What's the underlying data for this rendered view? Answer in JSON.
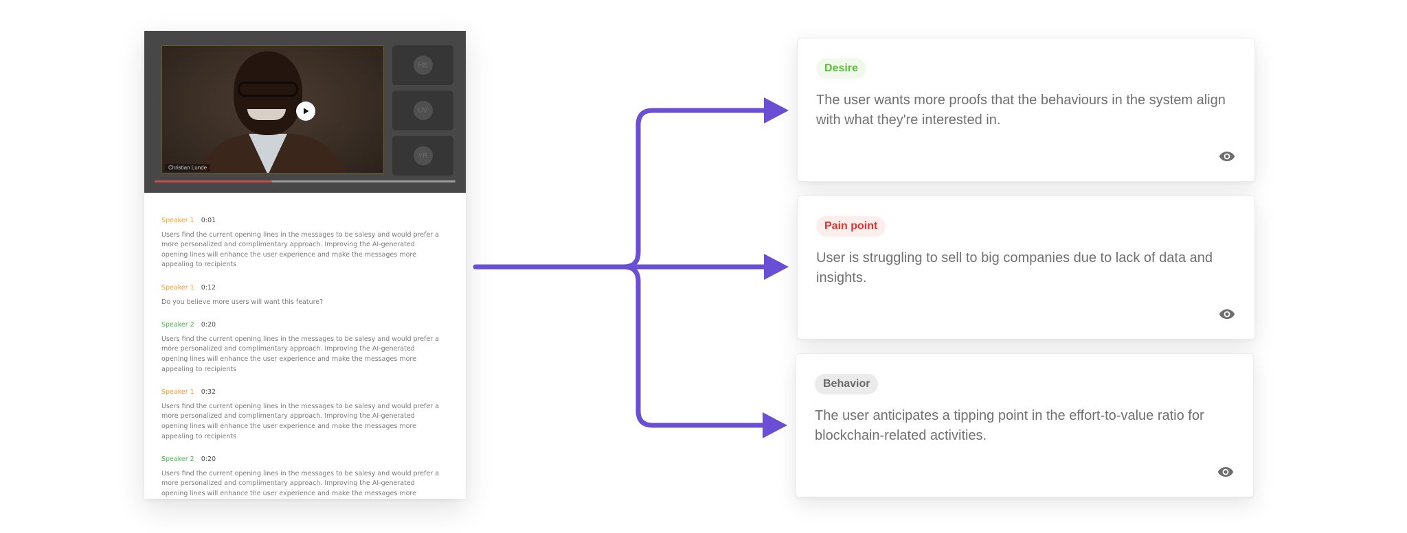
{
  "video": {
    "main_speaker_name": "Christian Lunde",
    "participants": [
      "HB",
      "UV",
      "YR"
    ],
    "progress_fraction": 0.39
  },
  "transcript": [
    {
      "speaker": "Speaker 1",
      "time": "0:01",
      "text": "Users find the current opening lines in the messages to be salesy and would prefer a more personalized and complimentary approach. Improving the AI-generated opening lines will enhance the user experience and make the messages more appealing to recipients",
      "color": "#f0a030"
    },
    {
      "speaker": "Speaker 1",
      "time": "0:12",
      "text": "Do you believe more users will want this feature?",
      "color": "#f0a030"
    },
    {
      "speaker": "Speaker 2",
      "time": "0:20",
      "text": "Users find the current opening lines in the messages to be salesy and would prefer a more personalized and complimentary approach. Improving the AI-generated opening lines will enhance the user experience and make the messages more appealing to recipients",
      "color": "#4cb84c"
    },
    {
      "speaker": "Speaker 1",
      "time": "0:32",
      "text": "Users find the current opening lines in the messages to be salesy and would prefer a more personalized and complimentary approach. Improving the AI-generated opening lines will enhance the user experience and make the messages more appealing to recipients",
      "color": "#f0a030"
    },
    {
      "speaker": "Speaker 2",
      "time": "0:20",
      "text": "Users find the current opening lines in the messages to be salesy and would prefer a more personalized and complimentary approach. Improving the AI-generated opening lines will enhance the user experience and make the messages more appealing to recipients",
      "color": "#4cb84c"
    }
  ],
  "cards": [
    {
      "tag": "Desire",
      "tag_color": "#5cbf3a",
      "tag_bg": "#f1f8ec",
      "text": "The user wants more proofs that the behaviours in the system align with what they're interested in."
    },
    {
      "tag": "Pain point",
      "tag_color": "#e0322f",
      "tag_bg": "#fdeeee",
      "text": "User is struggling to sell to big companies due to lack of data and insights."
    },
    {
      "tag": "Behavior",
      "tag_color": "#6a6a6a",
      "tag_bg": "#ebebeb",
      "text": "The user anticipates a tipping point in the effort-to-value ratio for blockchain-related activities."
    }
  ],
  "icons": {
    "play": "play-icon",
    "card_action": "eye-icon"
  },
  "colors": {
    "arrow": "#6a4fd6",
    "progress": "#c94b4b"
  }
}
